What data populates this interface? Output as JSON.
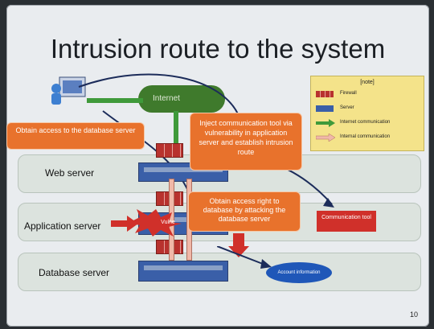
{
  "slide": {
    "title": "Intrusion route to the system",
    "page_number": "10"
  },
  "legend": {
    "title": "[note]",
    "items": [
      {
        "label": "Firewall",
        "icon": "firewall-icon"
      },
      {
        "label": "Server",
        "icon": "server-icon"
      },
      {
        "label": "Internet communication",
        "icon": "green-arrow-icon"
      },
      {
        "label": "Internal communication",
        "icon": "pink-arrow-icon"
      }
    ]
  },
  "cloud_label": "Internet",
  "lanes": {
    "web": "Web server",
    "app": "Application server",
    "db": "Database server"
  },
  "callouts": {
    "obtain_db": "Obtain access to the database server",
    "inject": "Inject communication tool via vulnerability in application server and establish intrusion route",
    "obtain_right": "Obtain access right to database by attacking the database server"
  },
  "labels": {
    "vulnerability": "Vulne",
    "communication_tool": "Communication tool",
    "account_info": "Account information"
  },
  "colors": {
    "callout": "#e8722c",
    "firewall": "#b8322e",
    "server": "#3a5fa8",
    "legend_bg": "#f4e38a",
    "internet": "#3f7a2c",
    "attack_arrow": "#d0302a"
  }
}
